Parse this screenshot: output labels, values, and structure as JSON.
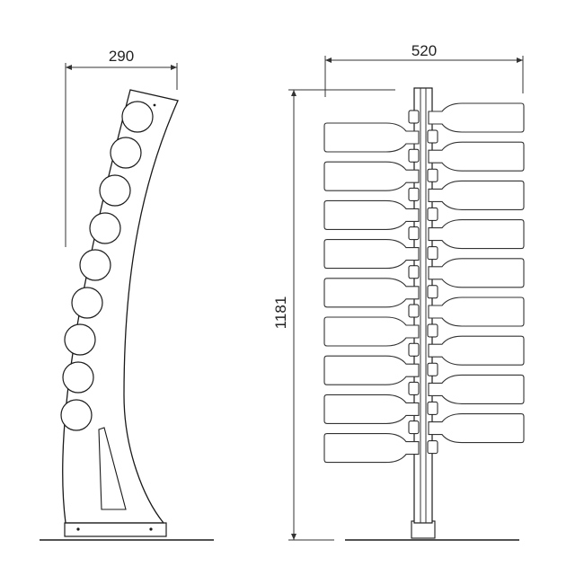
{
  "drawing": {
    "side_view": {
      "width_label": "290",
      "hole_count": 9
    },
    "front_view": {
      "width_label": "520",
      "height_label": "1181",
      "bottle_rows": 9,
      "bottles_left_column": 9,
      "bottles_right_column": 9
    }
  },
  "colors": {
    "line": "#1a1a1a",
    "background": "#ffffff"
  }
}
